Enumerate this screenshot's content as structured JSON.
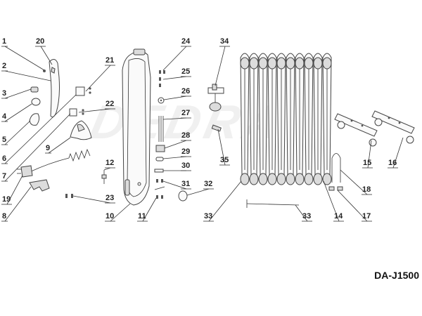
{
  "watermark": "DEDRA",
  "model": "DA-J1500",
  "callouts": [
    "1",
    "2",
    "3",
    "4",
    "5",
    "6",
    "7",
    "8",
    "9",
    "10",
    "11",
    "12",
    "14",
    "15",
    "16",
    "17",
    "18",
    "19",
    "20",
    "21",
    "22",
    "23",
    "24",
    "25",
    "26",
    "27",
    "28",
    "29",
    "30",
    "31",
    "32",
    "33",
    "33",
    "34",
    "35"
  ]
}
